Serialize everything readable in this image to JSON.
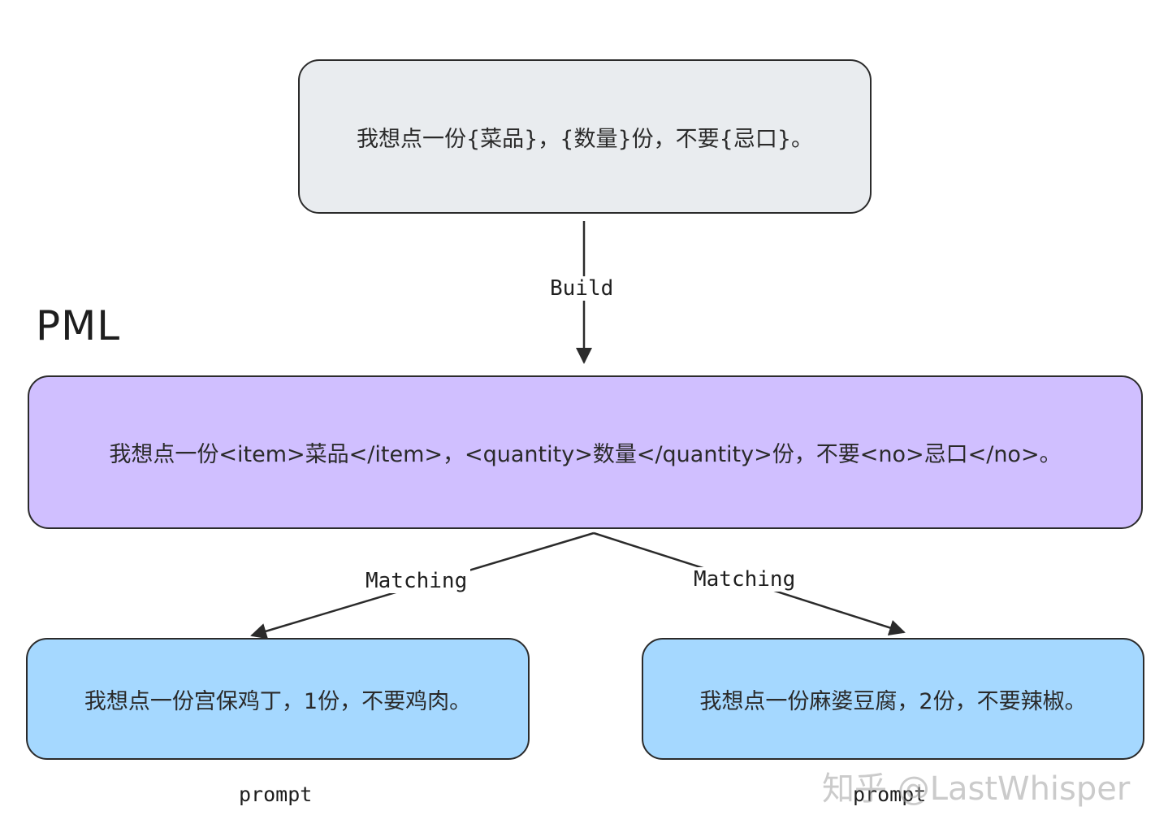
{
  "nodes": {
    "template": "我想点一份{菜品}，{数量}份，不要{忌口}。",
    "pml": "我想点一份<item>菜品</item>，<quantity>数量</quantity>份，不要<no>忌口</no>。",
    "prompt_left": "我想点一份宫保鸡丁，1份，不要鸡肉。",
    "prompt_right": "我想点一份麻婆豆腐，2份，不要辣椒。"
  },
  "edges": {
    "build_label": "Build",
    "matching_left_label": "Matching",
    "matching_right_label": "Matching"
  },
  "labels": {
    "pml_title": "PML",
    "caption_left": "prompt",
    "caption_right": "prompt"
  },
  "watermark": "知乎 @LastWhisper",
  "colors": {
    "template_fill": "#e9ecef",
    "pml_fill": "#d0bfff",
    "prompt_fill": "#a5d8ff",
    "stroke": "#2b2b2b"
  }
}
